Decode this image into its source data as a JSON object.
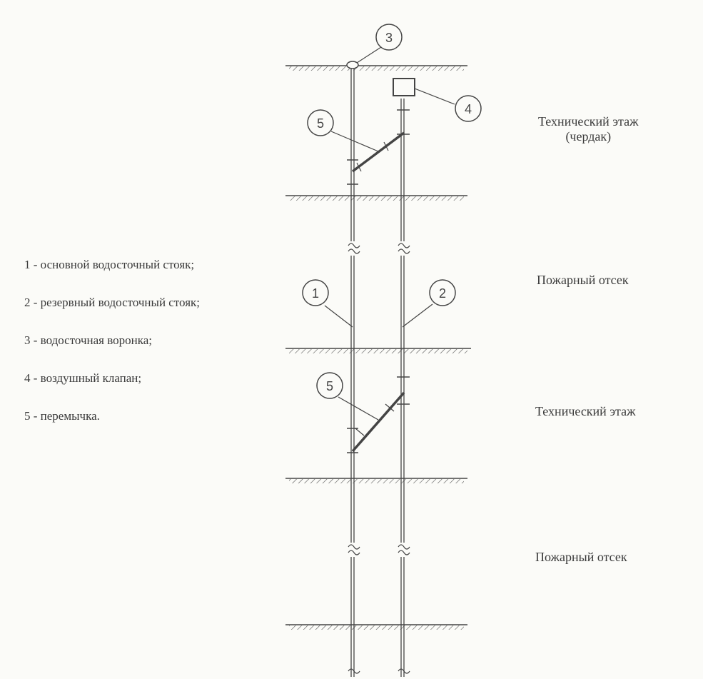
{
  "legend": [
    "1 - основной водосточный стояк;",
    "2 - резервный водосточный стояк;",
    "3 - водосточная воронка;",
    "4 - воздушный клапан;",
    "5 - перемычка."
  ],
  "zones": {
    "attic_line1": "Технический этаж",
    "attic_line2": "(чердак)",
    "fire1": "Пожарный отсек",
    "tech": "Технический этаж",
    "fire2": "Пожарный отсек"
  },
  "callouts": {
    "c1": "1",
    "c2": "2",
    "c3": "3",
    "c4": "4",
    "c5a": "5",
    "c5b": "5"
  }
}
